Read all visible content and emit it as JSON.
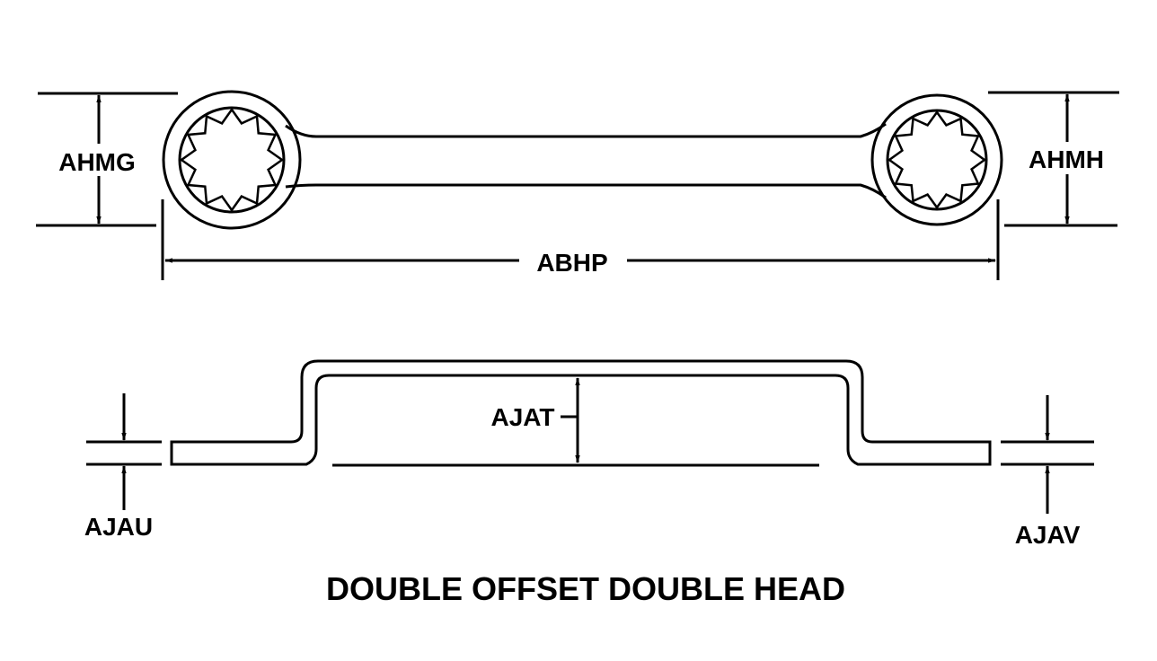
{
  "diagram": {
    "title": "DOUBLE OFFSET DOUBLE HEAD",
    "labels": {
      "left_head_height": "AHMG",
      "right_head_height": "AHMH",
      "overall_length": "ABHP",
      "offset_height": "AJAT",
      "left_thickness": "AJAU",
      "right_thickness": "AJAV"
    }
  }
}
